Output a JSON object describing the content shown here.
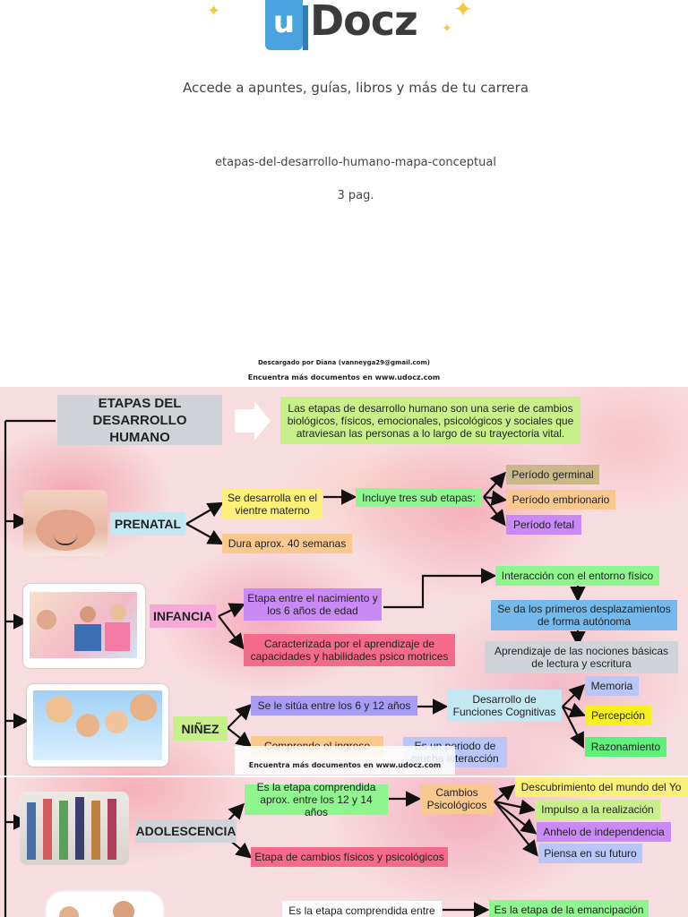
{
  "header": {
    "logo_u": "u",
    "logo_text": "Docz",
    "tagline": "Accede a apuntes, guías, libros y más de tu carrera",
    "document_name": "etapas-del-desarrollo-humano-mapa-conceptual",
    "pages": "3 pag."
  },
  "download_note": {
    "downloaded_by": "Descargado por Diana  (vanneyga29@gmail.com)",
    "more_docs": "Encuentra más documentos en www.udocz.com"
  },
  "map": {
    "title": "ETAPAS DEL DESARROLLO HUMANO",
    "intro": "Las etapas de desarrollo humano son una serie de cambios biológicos, físicos, emocionales, psicológicos y sociales que atraviesan las personas a lo largo de su trayectoria vital.",
    "prenatal": {
      "label": "PRENATAL",
      "a": "Se desarrolla en el vientre materno",
      "b": "Dura aprox. 40 semanas",
      "c": "Incluye tres sub etapas:",
      "sub": [
        "Período germinal",
        "Período embrionario",
        "Período fetal"
      ]
    },
    "infancia": {
      "label": "INFANCIA",
      "a": "Etapa entre el nacimiento y los 6 años de edad",
      "b": "Caracterizada por el aprendizaje de capacidades y habilidades psico motrices",
      "c": "Interacción con el entorno físico",
      "d": "Se da los primeros desplazamientos de forma autónoma",
      "e": "Aprendizaje de las nociones básicas de lectura y escritura"
    },
    "ninez": {
      "label": "NIÑEZ",
      "a": "Se le sitúa entre los 6  y  12 años",
      "b": "Desarrollo de Funciones Cognitivas",
      "c": "Comprende el ingreso",
      "d": "Es un periodo de mucha interacción",
      "sub": [
        "Memoria",
        "Percepción",
        "Razonamiento"
      ]
    },
    "adolescencia": {
      "label": "ADOLESCENCIA",
      "a": "Es la etapa comprendida aprox. entre los 12 y 14 años",
      "b": "Etapa de cambios físicos y psicológicos",
      "c": "Cambios Psicológicos",
      "sub": [
        "Descubrimiento del mundo del Yo",
        "Impulso  a la realización",
        "Anhelo de independencia",
        "Piensa en su futuro"
      ]
    },
    "juventud": {
      "a": "Es la etapa comprendida entre",
      "b": "Es la etapa de la emancipación"
    }
  },
  "colors": {
    "title_box": "#d0d3d8",
    "yellow": "#fdf07a",
    "green": "#8ff58f",
    "orange": "#f9c88f",
    "purple": "#c98af5",
    "blue": "#74b9ea",
    "red": "#f56a8a",
    "light_blue": "#c4e8f2",
    "lavender": "#b9c6f7",
    "khaki": "#c9b98a"
  }
}
